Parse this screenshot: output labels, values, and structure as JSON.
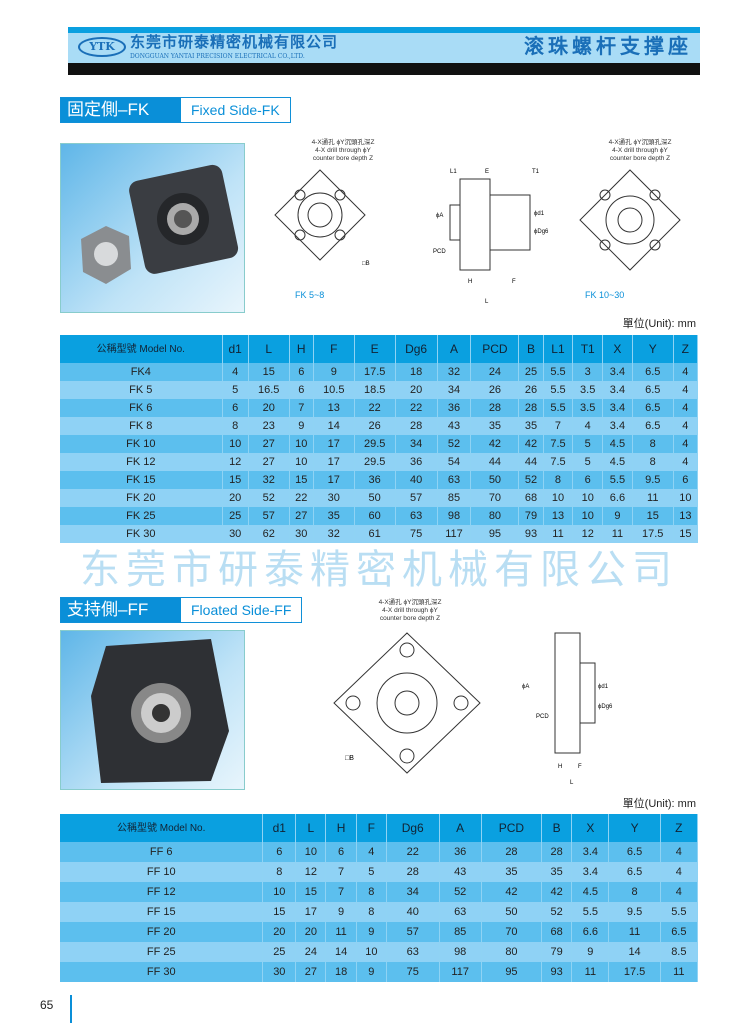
{
  "header": {
    "logo": "YTK",
    "company_cn": "东莞市研泰精密机械有限公司",
    "company_en": "DONGGUAN YANTAI PRECISION ELECTRICAL CO.,LTD.",
    "title": "滚珠螺杆支撑座"
  },
  "fk": {
    "title_cn": "固定側–FK",
    "title_en": "Fixed Side-FK",
    "note1": "4-X通孔 ϕY沉頭孔深Z",
    "note2": "4-X drill through ϕY",
    "note3": "counter bore depth Z",
    "label_small": "FK 5~8",
    "label_large": "FK 10~30",
    "unit": "單位(Unit): mm",
    "dims": [
      "L1",
      "E",
      "T1",
      "ϕA",
      "PCD",
      "ϕd1",
      "ϕDg6",
      "H",
      "L",
      "F",
      "□B"
    ],
    "columns": [
      "公稱型號 Model No.",
      "d1",
      "L",
      "H",
      "F",
      "E",
      "Dg6",
      "A",
      "PCD",
      "B",
      "L1",
      "T1",
      "X",
      "Y",
      "Z"
    ],
    "rows": [
      [
        "FK4",
        "4",
        "15",
        "6",
        "9",
        "17.5",
        "18",
        "32",
        "24",
        "25",
        "5.5",
        "3",
        "3.4",
        "6.5",
        "4"
      ],
      [
        "FK 5",
        "5",
        "16.5",
        "6",
        "10.5",
        "18.5",
        "20",
        "34",
        "26",
        "26",
        "5.5",
        "3.5",
        "3.4",
        "6.5",
        "4"
      ],
      [
        "FK 6",
        "6",
        "20",
        "7",
        "13",
        "22",
        "22",
        "36",
        "28",
        "28",
        "5.5",
        "3.5",
        "3.4",
        "6.5",
        "4"
      ],
      [
        "FK 8",
        "8",
        "23",
        "9",
        "14",
        "26",
        "28",
        "43",
        "35",
        "35",
        "7",
        "4",
        "3.4",
        "6.5",
        "4"
      ],
      [
        "FK 10",
        "10",
        "27",
        "10",
        "17",
        "29.5",
        "34",
        "52",
        "42",
        "42",
        "7.5",
        "5",
        "4.5",
        "8",
        "4"
      ],
      [
        "FK 12",
        "12",
        "27",
        "10",
        "17",
        "29.5",
        "36",
        "54",
        "44",
        "44",
        "7.5",
        "5",
        "4.5",
        "8",
        "4"
      ],
      [
        "FK 15",
        "15",
        "32",
        "15",
        "17",
        "36",
        "40",
        "63",
        "50",
        "52",
        "8",
        "6",
        "5.5",
        "9.5",
        "6"
      ],
      [
        "FK 20",
        "20",
        "52",
        "22",
        "30",
        "50",
        "57",
        "85",
        "70",
        "68",
        "10",
        "10",
        "6.6",
        "11",
        "10"
      ],
      [
        "FK 25",
        "25",
        "57",
        "27",
        "35",
        "60",
        "63",
        "98",
        "80",
        "79",
        "13",
        "10",
        "9",
        "15",
        "13"
      ],
      [
        "FK 30",
        "30",
        "62",
        "30",
        "32",
        "61",
        "75",
        "117",
        "95",
        "93",
        "11",
        "12",
        "11",
        "17.5",
        "15"
      ]
    ]
  },
  "watermark": "东莞市研泰精密机械有限公司",
  "ff": {
    "title_cn": "支持側–FF",
    "title_en": "Floated Side-FF",
    "note1": "4-X通孔 ϕY沉頭孔深Z",
    "note2": "4-X drill through ϕY",
    "note3": "counter bore depth Z",
    "unit": "單位(Unit): mm",
    "dims": [
      "ϕA",
      "PCD",
      "ϕd1",
      "ϕDg6",
      "H",
      "F",
      "L",
      "□B"
    ],
    "columns": [
      "公稱型號 Model No.",
      "d1",
      "L",
      "H",
      "F",
      "Dg6",
      "A",
      "PCD",
      "B",
      "X",
      "Y",
      "Z"
    ],
    "rows": [
      [
        "FF 6",
        "6",
        "10",
        "6",
        "4",
        "22",
        "36",
        "28",
        "28",
        "3.4",
        "6.5",
        "4"
      ],
      [
        "FF 10",
        "8",
        "12",
        "7",
        "5",
        "28",
        "43",
        "35",
        "35",
        "3.4",
        "6.5",
        "4"
      ],
      [
        "FF 12",
        "10",
        "15",
        "7",
        "8",
        "34",
        "52",
        "42",
        "42",
        "4.5",
        "8",
        "4"
      ],
      [
        "FF 15",
        "15",
        "17",
        "9",
        "8",
        "40",
        "63",
        "50",
        "52",
        "5.5",
        "9.5",
        "5.5"
      ],
      [
        "FF 20",
        "20",
        "20",
        "11",
        "9",
        "57",
        "85",
        "70",
        "68",
        "6.6",
        "11",
        "6.5"
      ],
      [
        "FF 25",
        "25",
        "24",
        "14",
        "10",
        "63",
        "98",
        "80",
        "79",
        "9",
        "14",
        "8.5"
      ],
      [
        "FF 30",
        "30",
        "27",
        "18",
        "9",
        "75",
        "117",
        "95",
        "93",
        "11",
        "17.5",
        "11"
      ]
    ]
  },
  "page_number": "65"
}
